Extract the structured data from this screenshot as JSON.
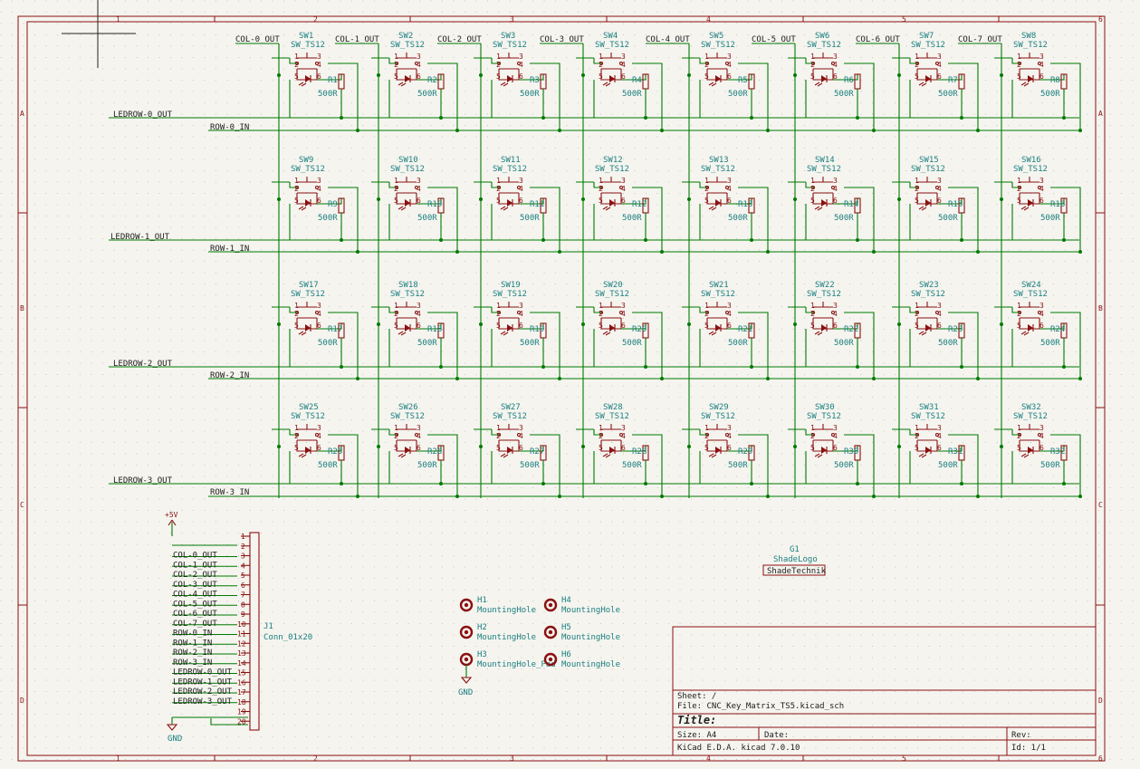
{
  "border": {
    "columns": [
      "1",
      "2",
      "3",
      "4",
      "5",
      "6"
    ],
    "rows": [
      "A",
      "B",
      "C",
      "D"
    ]
  },
  "colors": {
    "wire": "#007a00",
    "symbol": "#8b1010",
    "reference": "#1a7f7f",
    "label": "#202020",
    "background": "#f5f4ef"
  },
  "columns": [
    "COL-0_OUT",
    "COL-1_OUT",
    "COL-2_OUT",
    "COL-3_OUT",
    "COL-4_OUT",
    "COL-5_OUT",
    "COL-6_OUT",
    "COL-7_OUT"
  ],
  "rows": [
    {
      "led": "LEDROW-0_OUT",
      "row": "ROW-0_IN"
    },
    {
      "led": "LEDROW-1_OUT",
      "row": "ROW-1_IN"
    },
    {
      "led": "LEDROW-2_OUT",
      "row": "ROW-2_IN"
    },
    {
      "led": "LEDROW-3_OUT",
      "row": "ROW-3_IN"
    }
  ],
  "switch_value": "SW_TS12",
  "resistor_value": "500R",
  "switch_pins": [
    "1",
    "2",
    "3",
    "4",
    "5",
    "6"
  ],
  "switch_refs": [
    "SW1",
    "SW2",
    "SW3",
    "SW4",
    "SW5",
    "SW6",
    "SW7",
    "SW8",
    "SW9",
    "SW10",
    "SW11",
    "SW12",
    "SW13",
    "SW14",
    "SW15",
    "SW16",
    "SW17",
    "SW18",
    "SW19",
    "SW20",
    "SW21",
    "SW22",
    "SW23",
    "SW24",
    "SW25",
    "SW26",
    "SW27",
    "SW28",
    "SW29",
    "SW30",
    "SW31",
    "SW32"
  ],
  "resistor_refs": [
    "R1",
    "R2",
    "R3",
    "R4",
    "R5",
    "R6",
    "R7",
    "R8",
    "R9",
    "R10",
    "R11",
    "R12",
    "R13",
    "R14",
    "R15",
    "R16",
    "R17",
    "R18",
    "R19",
    "R20",
    "R21",
    "R22",
    "R23",
    "R24",
    "R25",
    "R26",
    "R27",
    "R28",
    "R29",
    "R30",
    "R31",
    "R32"
  ],
  "connector": {
    "ref": "J1",
    "value": "Conn_01x20",
    "power_label": "+5V",
    "gnd_label": "GND",
    "pins": [
      {
        "num": "1",
        "net": ""
      },
      {
        "num": "2",
        "net": ""
      },
      {
        "num": "3",
        "net": "COL-0_OUT"
      },
      {
        "num": "4",
        "net": "COL-1_OUT"
      },
      {
        "num": "5",
        "net": "COL-2_OUT"
      },
      {
        "num": "6",
        "net": "COL-3_OUT"
      },
      {
        "num": "7",
        "net": "COL-4_OUT"
      },
      {
        "num": "8",
        "net": "COL-5_OUT"
      },
      {
        "num": "9",
        "net": "COL-6_OUT"
      },
      {
        "num": "10",
        "net": "COL-7_OUT"
      },
      {
        "num": "11",
        "net": "ROW-0_IN"
      },
      {
        "num": "12",
        "net": "ROW-1_IN"
      },
      {
        "num": "13",
        "net": "ROW-2_IN"
      },
      {
        "num": "14",
        "net": "ROW-3_IN"
      },
      {
        "num": "15",
        "net": "LEDROW-0_OUT"
      },
      {
        "num": "16",
        "net": "LEDROW-1_OUT"
      },
      {
        "num": "17",
        "net": "LEDROW-2_OUT"
      },
      {
        "num": "18",
        "net": "LEDROW-3_OUT"
      },
      {
        "num": "19",
        "net": ""
      },
      {
        "num": "20",
        "net": ""
      }
    ]
  },
  "logo": {
    "ref": "G1",
    "value": "ShadeLogo",
    "text": "ShadeTechnik"
  },
  "holes": {
    "gnd_label": "GND",
    "items": [
      {
        "ref": "H1",
        "value": "MountingHole"
      },
      {
        "ref": "H2",
        "value": "MountingHole"
      },
      {
        "ref": "H3",
        "value": "MountingHole_Pad"
      },
      {
        "ref": "H4",
        "value": "MountingHole"
      },
      {
        "ref": "H5",
        "value": "MountingHole"
      },
      {
        "ref": "H6",
        "value": "MountingHole"
      }
    ]
  },
  "title_block": {
    "sheet": "Sheet: /",
    "file": "File: CNC_Key_Matrix_TS5.kicad_sch",
    "title": "Title:",
    "size": "Size: A4",
    "date": "Date:",
    "rev": "Rev:",
    "tool": "KiCad E.D.A.  kicad 7.0.10",
    "id": "Id: 1/1"
  }
}
